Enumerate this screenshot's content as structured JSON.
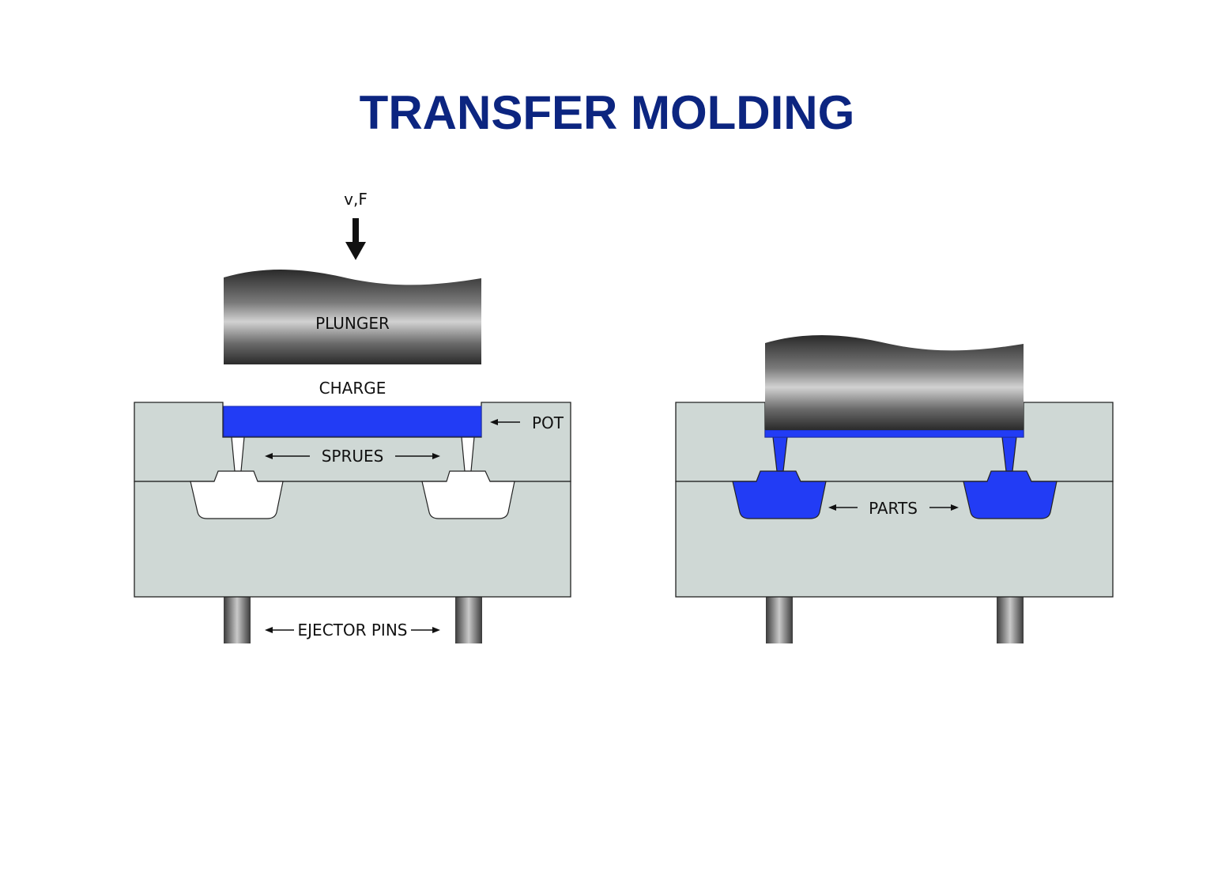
{
  "title": "TRANSFER MOLDING",
  "labels": {
    "force": "v,F",
    "plunger": "PLUNGER",
    "charge": "CHARGE",
    "pot": "POT",
    "sprues": "SPRUES",
    "ejector_pins": "EJECTOR PINS",
    "parts": "PARTS"
  },
  "colors": {
    "title": "#0c2580",
    "molding_compound": "#223cf5",
    "mold_body": "#cfd8d5"
  }
}
